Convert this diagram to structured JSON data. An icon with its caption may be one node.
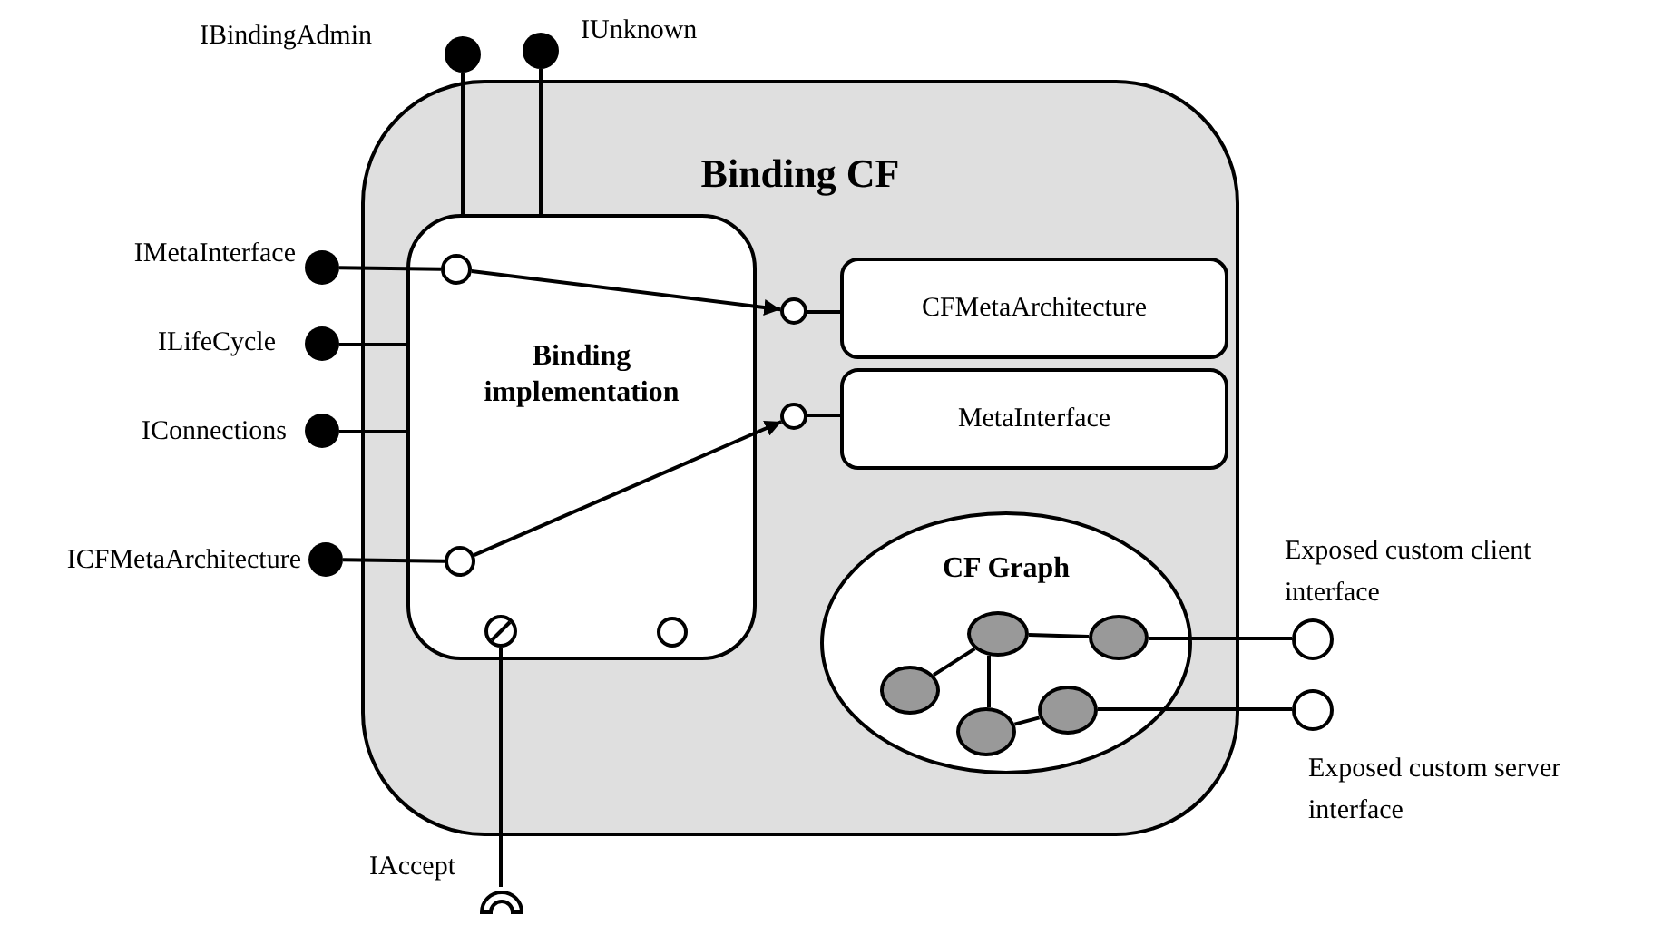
{
  "diagram": {
    "nodes": [
      {
        "text": [
          "Binding CF"
        ]
      },
      {
        "text": [
          "Binding implementation"
        ],
        "in": 0
      },
      {
        "text": [
          "CFMetaArchitecture"
        ],
        "in": 0
      },
      {
        "text": [
          "MetaInterface"
        ],
        "in": 0
      },
      {
        "text": [
          "CF Graph"
        ],
        "in": 0
      },
      {
        "text": [],
        "shape": "circle",
        "in": 1
      },
      {
        "text": [],
        "shape": "circle",
        "in": 1
      },
      {
        "text": [],
        "shape": "circle",
        "in": 1
      },
      {
        "text": [],
        "shape": "circle",
        "in": 1
      },
      {
        "text": [],
        "shape": "circle",
        "in": 0
      },
      {
        "text": [],
        "shape": "circle",
        "in": 0
      },
      {
        "text": [],
        "shape": "circle",
        "beside": [
          "IBindingAdmin"
        ]
      },
      {
        "text": [],
        "shape": "circle",
        "beside": [
          "IUnknown"
        ]
      },
      {
        "text": [],
        "shape": "circle",
        "beside": [
          "IMetaInterface"
        ]
      },
      {
        "text": [],
        "shape": "circle",
        "beside": [
          "ILifeCycle"
        ]
      },
      {
        "text": [],
        "shape": "circle",
        "beside": [
          "IConnections"
        ]
      },
      {
        "text": [],
        "shape": "circle",
        "beside": [
          "ICFMetaArchitecture"
        ]
      },
      {
        "text": [],
        "shape": "arc",
        "beside": [
          "IAccept"
        ]
      },
      {
        "text": [],
        "shape": "circle",
        "in": 4
      },
      {
        "text": [],
        "shape": "circle",
        "in": 4
      },
      {
        "text": [],
        "shape": "circle",
        "in": 4
      },
      {
        "text": [],
        "shape": "circle",
        "in": 4
      },
      {
        "text": [],
        "shape": "circle",
        "in": 4
      },
      {
        "text": [],
        "shape": "circle",
        "beside": [
          "Exposed custom client interface"
        ]
      },
      {
        "text": [],
        "shape": "circle",
        "beside": [
          "Exposed custom server interface"
        ]
      }
    ],
    "edges": [
      {
        "from": 11,
        "to": 1,
        "arrow": "none"
      },
      {
        "from": 12,
        "to": 1,
        "arrow": "none"
      },
      {
        "from": 13,
        "to": 5,
        "arrow": "none"
      },
      {
        "from": 14,
        "to": 1,
        "arrow": "none"
      },
      {
        "from": 15,
        "to": 1,
        "arrow": "none"
      },
      {
        "from": 16,
        "to": 6,
        "arrow": "none"
      },
      {
        "from": 7,
        "to": 17,
        "arrow": "none"
      },
      {
        "from": 5,
        "to": 9,
        "arrow": "to"
      },
      {
        "from": 6,
        "to": 10,
        "arrow": "to"
      },
      {
        "from": 9,
        "to": 2,
        "arrow": "none"
      },
      {
        "from": 10,
        "to": 3,
        "arrow": "none"
      },
      {
        "from": 18,
        "to": 19,
        "arrow": "none"
      },
      {
        "from": 18,
        "to": 20,
        "arrow": "none"
      },
      {
        "from": 18,
        "to": 21,
        "arrow": "none"
      },
      {
        "from": 21,
        "to": 22,
        "arrow": "none"
      },
      {
        "from": 19,
        "to": 23,
        "arrow": "none"
      },
      {
        "from": 22,
        "to": 24,
        "arrow": "none"
      }
    ]
  }
}
